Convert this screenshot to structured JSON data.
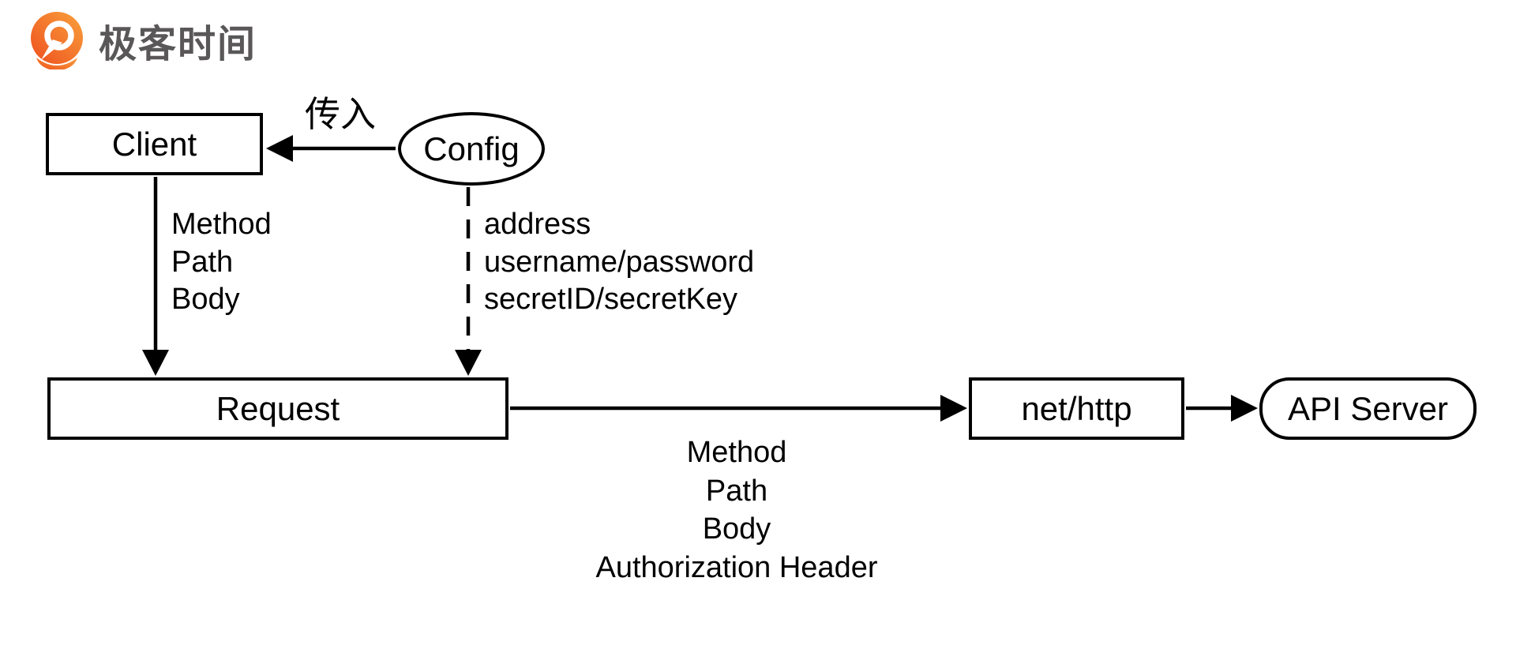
{
  "logo": {
    "brand_text": "极客时间",
    "icon": "geektime-pin-icon"
  },
  "nodes": {
    "client": {
      "label": "Client",
      "shape": "rectangle"
    },
    "config": {
      "label": "Config",
      "shape": "ellipse"
    },
    "request": {
      "label": "Request",
      "shape": "rectangle"
    },
    "net_http": {
      "label": "net/http",
      "shape": "rectangle"
    },
    "api_server": {
      "label": "API Server",
      "shape": "rounded-rectangle"
    }
  },
  "edges": {
    "config_to_client": {
      "label": "传入",
      "style": "solid-arrow",
      "direction": "right-to-left"
    },
    "client_to_request": {
      "style": "solid-arrow",
      "direction": "down",
      "lines": [
        "Method",
        "Path",
        "Body"
      ]
    },
    "config_to_request": {
      "style": "dashed-arrow",
      "direction": "down",
      "lines": [
        "address",
        "username/password",
        "secretID/secretKey"
      ]
    },
    "request_to_nethttp": {
      "style": "solid-arrow",
      "direction": "left-to-right",
      "lines": [
        "Method",
        "Path",
        "Body",
        "Authorization Header"
      ]
    },
    "nethttp_to_apiserver": {
      "style": "solid-arrow",
      "direction": "left-to-right"
    }
  },
  "colors": {
    "background": "#FFFFFF",
    "diagram_stroke": "#000000",
    "logo_orange_dark": "#EE4F1E",
    "logo_orange_light": "#F9A13C",
    "logo_text_gray": "#595757"
  }
}
